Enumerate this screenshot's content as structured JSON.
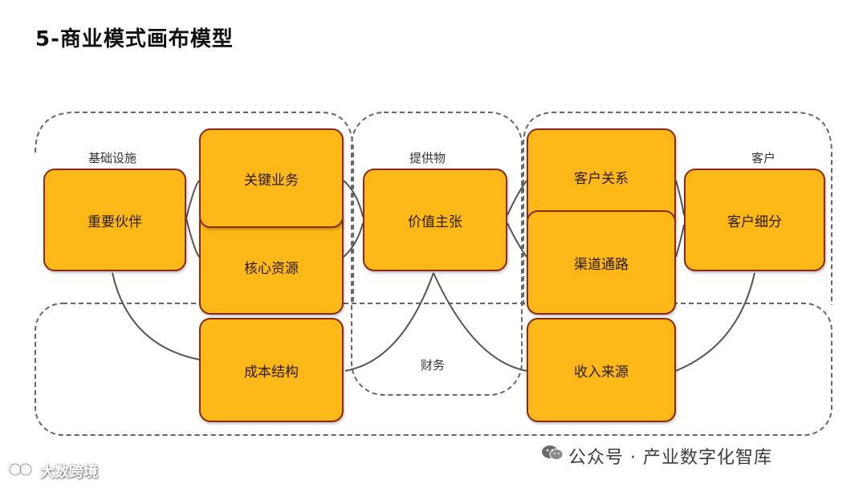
{
  "title": "5-商业模式画布模型",
  "regions": {
    "infrastructure": "基础设施",
    "offering": "提供物",
    "customers": "客户",
    "finance": "财务"
  },
  "blocks": {
    "key_partners": "重要伙伴",
    "key_activities": "关键业务",
    "key_resources": "核心资源",
    "value_proposition": "价值主张",
    "customer_relationships": "客户关系",
    "channels": "渠道通路",
    "customer_segments": "客户细分",
    "cost_structure": "成本结构",
    "revenue_streams": "收入来源"
  },
  "watermark": {
    "text": "公众号 · 产业数字化智库",
    "icon": "wechat-icon"
  },
  "logo": {
    "text": "大数跨境",
    "icon": "logo-mark-icon"
  },
  "colors": {
    "block_fill": "#fbb817",
    "block_border": "#8a2a10",
    "connector": "#555555",
    "region_dash": "#666666"
  }
}
